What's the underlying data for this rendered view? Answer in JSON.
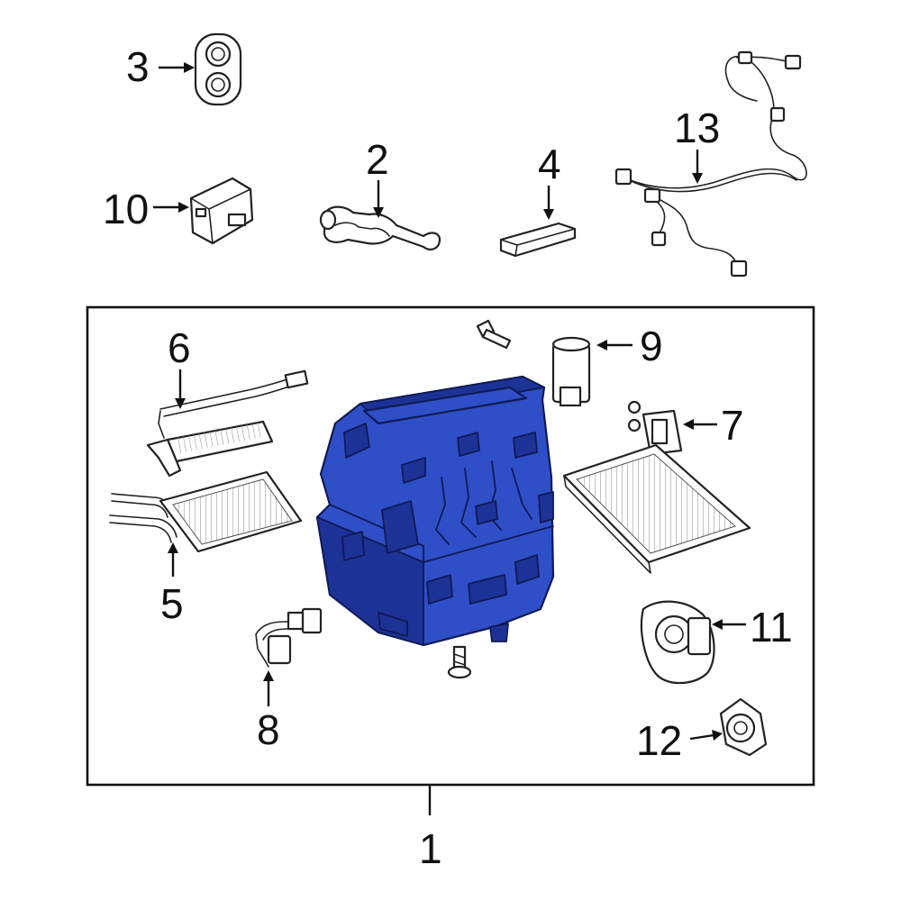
{
  "diagram": {
    "highlight_color": "#2f4fc8",
    "callouts": [
      {
        "id": "1",
        "label": "1"
      },
      {
        "id": "2",
        "label": "2"
      },
      {
        "id": "3",
        "label": "3"
      },
      {
        "id": "4",
        "label": "4"
      },
      {
        "id": "5",
        "label": "5"
      },
      {
        "id": "6",
        "label": "6"
      },
      {
        "id": "7",
        "label": "7"
      },
      {
        "id": "8",
        "label": "8"
      },
      {
        "id": "9",
        "label": "9"
      },
      {
        "id": "10",
        "label": "10"
      },
      {
        "id": "11",
        "label": "11"
      },
      {
        "id": "12",
        "label": "12"
      },
      {
        "id": "13",
        "label": "13"
      }
    ]
  }
}
